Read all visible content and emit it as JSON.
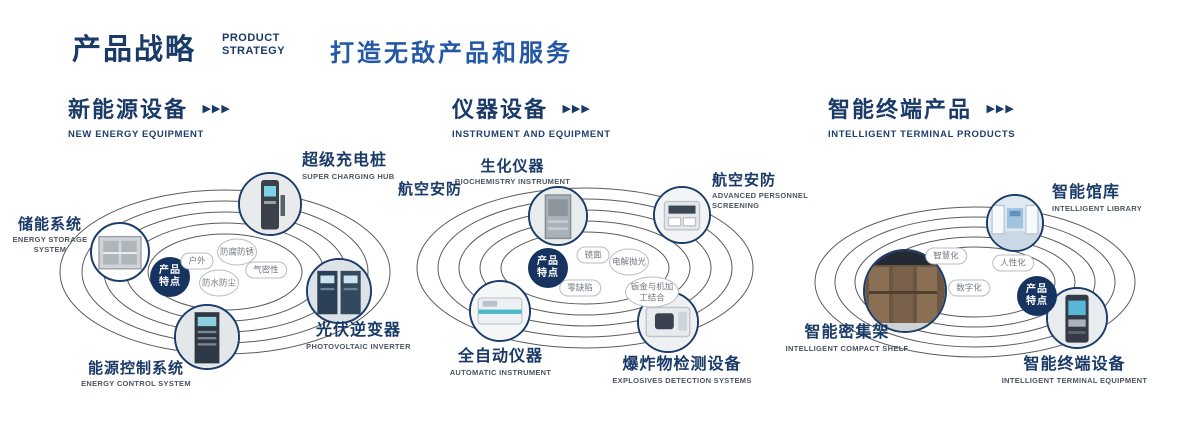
{
  "header": {
    "title": "产品战略",
    "subtitle_line1": "PRODUCT",
    "subtitle_line2": "STRATEGY",
    "tagline": "打造无敌产品和服务",
    "arrow_glyph": "▶▶▶"
  },
  "sections": [
    {
      "title": "新能源设备",
      "subtitle": "NEW ENERGY EQUIPMENT",
      "badge": {
        "line1": "产品",
        "line2": "特点"
      },
      "features": [
        "户外",
        "防腐防锈",
        "气密性",
        "防水防尘"
      ],
      "products": [
        {
          "name": "储能系统",
          "en": "ENERGY STORAGE SYSTEM"
        },
        {
          "name": "超级充电桩",
          "en": "SUPER CHARGING HUB"
        },
        {
          "name": "光伏逆变器",
          "en": "PHOTOVOLTAIC INVERTER"
        },
        {
          "name": "能源控制系统",
          "en": "ENERGY CONTROL SYSTEM"
        }
      ]
    },
    {
      "title": "仪器设备",
      "subtitle": "INSTRUMENT AND EQUIPMENT",
      "extra_label": "航空安防",
      "badge": {
        "line1": "产品",
        "line2": "特点"
      },
      "features": [
        "镜面",
        "电解抛光",
        "零缺陷",
        "钣金与机加工结合"
      ],
      "products": [
        {
          "name": "生化仪器",
          "en": "BIOCHEMISTRY INSTRUMENT"
        },
        {
          "name": "航空安防",
          "en": "ADVANCED PERSONNEL SCREENING"
        },
        {
          "name": "全自动仪器",
          "en": "AUTOMATIC INSTRUMENT"
        },
        {
          "name": "爆炸物检测设备",
          "en": "EXPLOSIVES DETECTION SYSTEMS"
        }
      ]
    },
    {
      "title": "智能终端产品",
      "subtitle": "INTELLIGENT TERMINAL PRODUCTS",
      "badge": {
        "line1": "产品",
        "line2": "特点"
      },
      "features": [
        "智慧化",
        "人性化",
        "数字化"
      ],
      "products": [
        {
          "name": "智能馆库",
          "en": "INTELLIGENT LIBRARY"
        },
        {
          "name": "智能密集架",
          "en": "INTELLIGENT COMPACT SHELF"
        },
        {
          "name": "智能终端设备",
          "en": "INTELLIGENT TERMINAL EQUIPMENT"
        }
      ]
    }
  ],
  "colors": {
    "navy": "#1a3a68",
    "blue": "#2458a6"
  }
}
